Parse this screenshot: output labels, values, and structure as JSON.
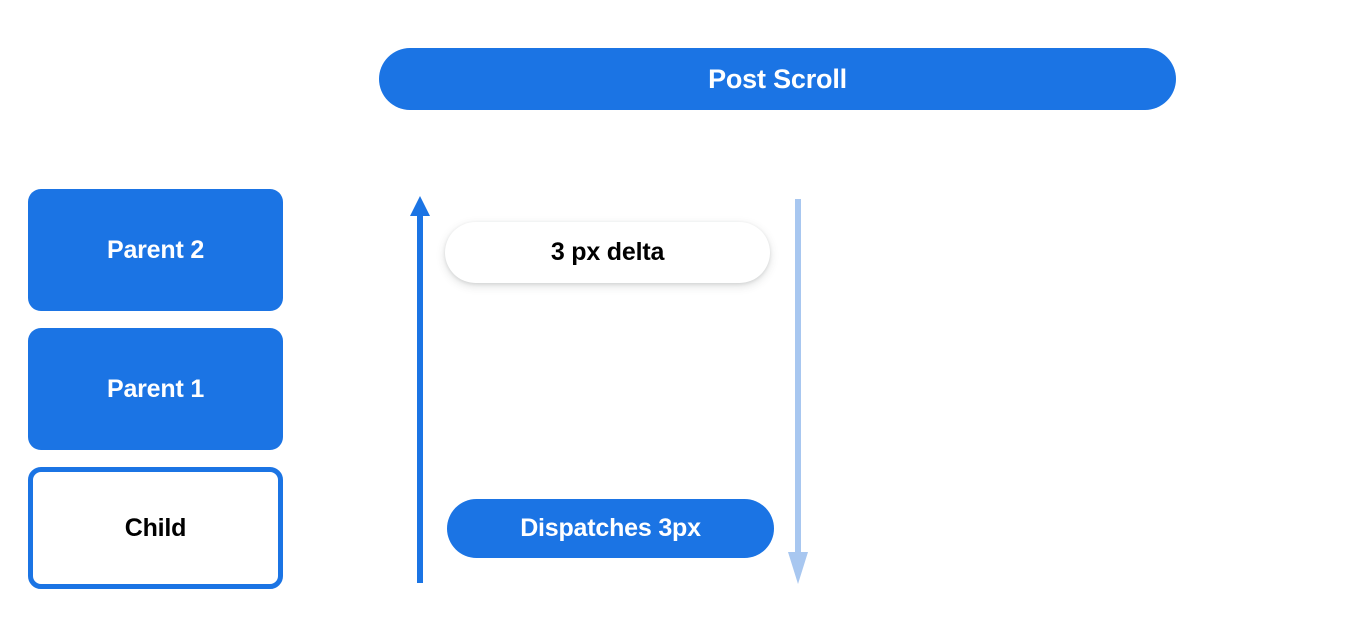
{
  "diagram": {
    "title": {
      "label": "Post Scroll"
    },
    "boxes": [
      {
        "label": "Parent 2",
        "style": "filled"
      },
      {
        "label": "Parent 1",
        "style": "filled"
      },
      {
        "label": "Child",
        "style": "outlined"
      }
    ],
    "arrows": [
      {
        "name": "scroll-up-arrow",
        "direction": "up",
        "color": "#1b74e4"
      },
      {
        "name": "scroll-down-arrow",
        "direction": "down",
        "color": "#a8c7f0"
      }
    ],
    "callouts": [
      {
        "label": "3 px delta",
        "style": "white"
      },
      {
        "label": "Dispatches 3px",
        "style": "blue"
      }
    ],
    "colors": {
      "primary_blue": "#1b74e4",
      "light_blue": "#a8c7f0",
      "background": "#ffffff",
      "text_dark": "#000000",
      "text_light": "#ffffff"
    }
  }
}
